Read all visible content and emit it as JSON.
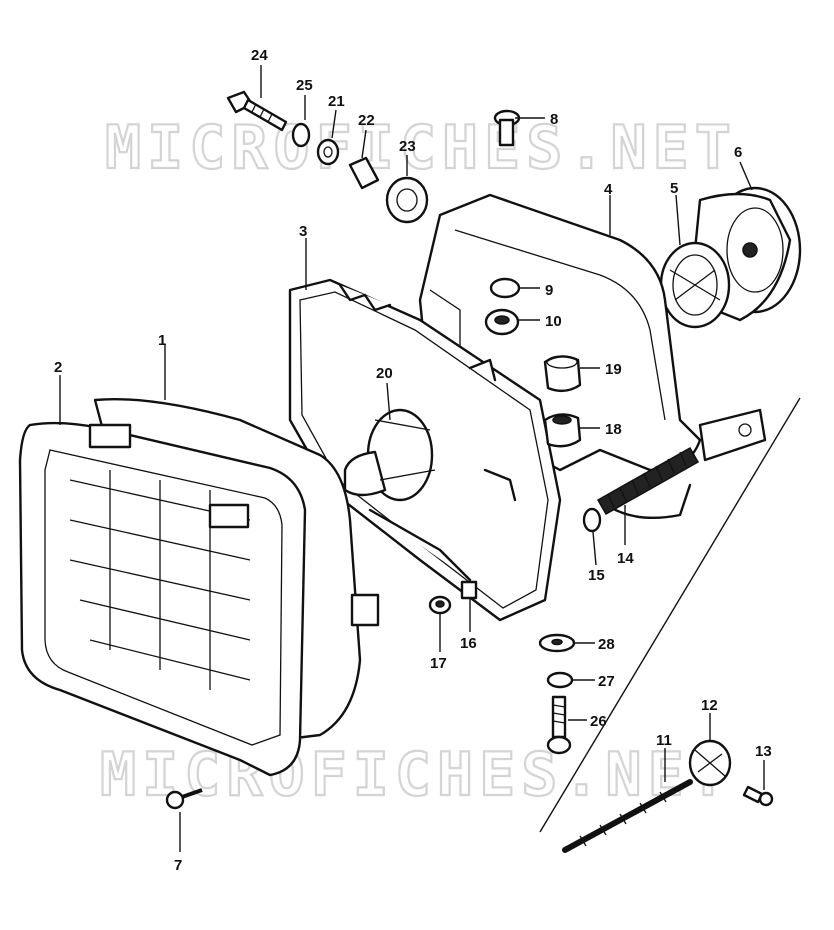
{
  "watermark": {
    "text": "MICROFICHES.NET"
  },
  "callouts": [
    {
      "id": "1",
      "label": "1"
    },
    {
      "id": "2",
      "label": "2"
    },
    {
      "id": "3",
      "label": "3"
    },
    {
      "id": "4",
      "label": "4"
    },
    {
      "id": "5",
      "label": "5"
    },
    {
      "id": "6",
      "label": "6"
    },
    {
      "id": "7",
      "label": "7"
    },
    {
      "id": "8",
      "label": "8"
    },
    {
      "id": "9",
      "label": "9"
    },
    {
      "id": "10",
      "label": "10"
    },
    {
      "id": "11",
      "label": "11"
    },
    {
      "id": "12",
      "label": "12"
    },
    {
      "id": "13",
      "label": "13"
    },
    {
      "id": "14",
      "label": "14"
    },
    {
      "id": "15",
      "label": "15"
    },
    {
      "id": "16",
      "label": "16"
    },
    {
      "id": "17",
      "label": "17"
    },
    {
      "id": "18",
      "label": "18"
    },
    {
      "id": "19",
      "label": "19"
    },
    {
      "id": "20",
      "label": "20"
    },
    {
      "id": "21",
      "label": "21"
    },
    {
      "id": "22",
      "label": "22"
    },
    {
      "id": "23",
      "label": "23"
    },
    {
      "id": "24",
      "label": "24"
    },
    {
      "id": "25",
      "label": "25"
    },
    {
      "id": "26",
      "label": "26"
    },
    {
      "id": "27",
      "label": "27"
    },
    {
      "id": "28",
      "label": "28"
    }
  ]
}
